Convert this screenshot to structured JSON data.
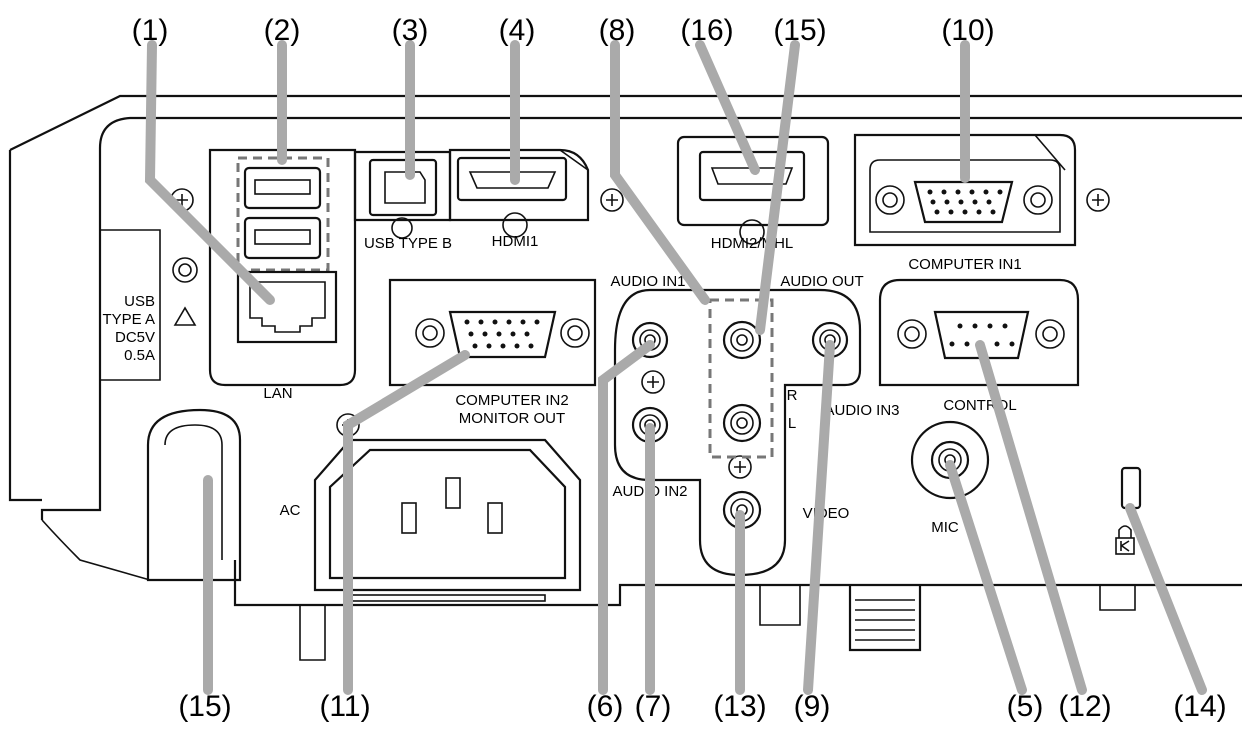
{
  "callouts": {
    "c1": "(1)",
    "c2": "(2)",
    "c3": "(3)",
    "c4": "(4)",
    "c8": "(8)",
    "c16": "(16)",
    "c15_top": "(15)",
    "c10": "(10)",
    "c15_bottom": "(15)",
    "c11": "(11)",
    "c6": "(6)",
    "c7": "(7)",
    "c13": "(13)",
    "c9": "(9)",
    "c5": "(5)",
    "c12": "(12)",
    "c14": "(14)"
  },
  "panel_labels": {
    "usb_type_a_1": "USB",
    "usb_type_a_2": "TYPE A",
    "usb_type_a_3": "DC5V",
    "usb_type_a_4": "0.5A",
    "lan": "LAN",
    "usb_type_b": "USB TYPE B",
    "hdmi1": "HDMI1",
    "hdmi2_mhl": "HDMI2/MHL",
    "computer_in1": "COMPUTER IN1",
    "audio_in1": "AUDIO IN1",
    "audio_out": "AUDIO OUT",
    "computer_in2": "COMPUTER IN2",
    "monitor_out": "MONITOR OUT",
    "r": "R",
    "l": "L",
    "audio_in3": "AUDIO IN3",
    "control": "CONTROL",
    "audio_in2": "AUDIO IN2",
    "video": "VIDEO",
    "ac": "AC",
    "mic": "MIC"
  }
}
